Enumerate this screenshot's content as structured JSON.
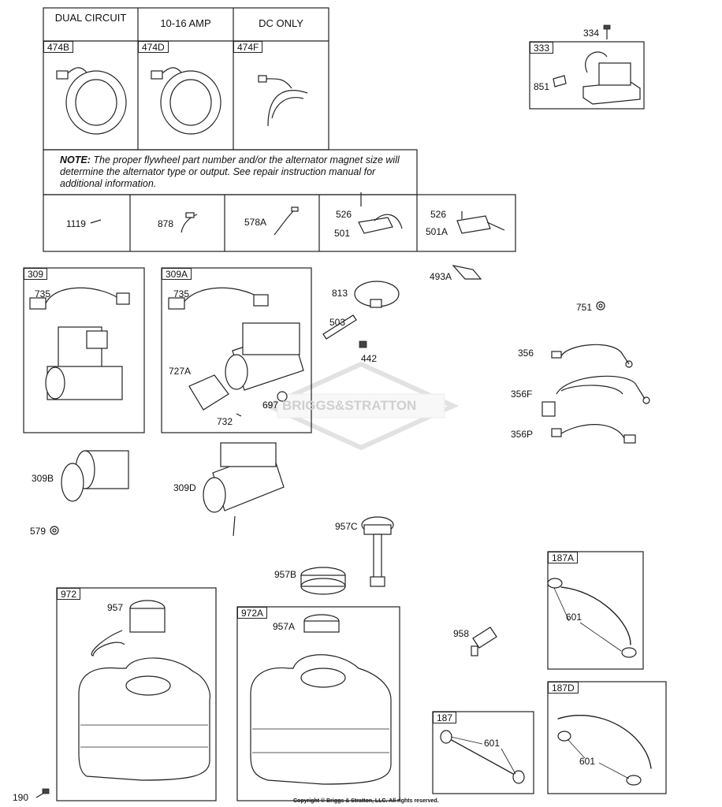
{
  "header": {
    "col1": "DUAL CIRCUIT",
    "col2": "10-16 AMP",
    "col3": "DC ONLY"
  },
  "note": {
    "prefix": "NOTE:",
    "text": "The proper flywheel part number and/or the alternator magnet size will determine the alternator type or output. See repair instruction manual for additional information."
  },
  "boxes": {
    "b474b": "474B",
    "b474d": "474D",
    "b474f": "474F",
    "b333": "333",
    "b309": "309",
    "b309a": "309A",
    "b972": "972",
    "b972a": "972A",
    "b187a": "187A",
    "b187d": "187D",
    "b187": "187"
  },
  "parts": {
    "p334": "334",
    "p851": "851",
    "p1119": "1119",
    "p878": "878",
    "p578a": "578A",
    "p526a": "526",
    "p501": "501",
    "p526b": "526",
    "p501a": "501A",
    "p493a": "493A",
    "p735a": "735",
    "p735b": "735",
    "p727a": "727A",
    "p697": "697",
    "p732": "732",
    "p813": "813",
    "p503": "503",
    "p442": "442",
    "p751": "751",
    "p356": "356",
    "p356f": "356F",
    "p356p": "356P",
    "p309b": "309B",
    "p309d": "309D",
    "p579": "579",
    "p957c": "957C",
    "p957b": "957B",
    "p957": "957",
    "p957a": "957A",
    "p958": "958",
    "p601a": "601",
    "p601b": "601",
    "p601c": "601",
    "p190": "190"
  },
  "watermark": "BRIGGS&STRATTON",
  "copyright": "Copyright © Briggs & Stratton, LLC. All rights reserved."
}
